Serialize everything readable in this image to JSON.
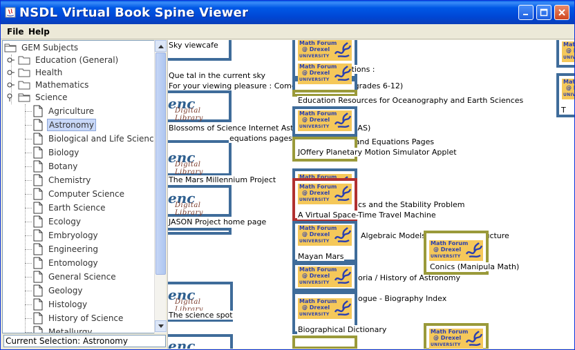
{
  "window": {
    "title": "NSDL Virtual Book Spine Viewer"
  },
  "menu": {
    "file": "File",
    "help": "Help"
  },
  "tree": {
    "root": "GEM Subjects",
    "folders": [
      "Education (General)",
      "Health",
      "Mathematics",
      "Science"
    ],
    "science_items": [
      "Agriculture",
      "Astronomy",
      "Biological and Life Sciences",
      "Biology",
      "Botany",
      "Chemistry",
      "Computer Science",
      "Earth Science",
      "Ecology",
      "Embryology",
      "Engineering",
      "Entomology",
      "General Science",
      "Geology",
      "Histology",
      "History of Science",
      "Metallurgy"
    ],
    "selected": "Astronomy"
  },
  "status": {
    "text": "Current Selection: Astronomy"
  },
  "logos": {
    "enc_word": "enc",
    "enc_sub": "Digital Library",
    "mf_line1": "Math Forum",
    "mf_line2": "@ Drexel",
    "mf_line3": "UNIVERSITY"
  },
  "spines": [
    "Sky viewcafe",
    "Que tal in the current sky",
    "For your viewing pleasure : Comet Ikeya-Zhang (grades 6-12)",
    "Blossoms of Science Internet Astronomy School (IAS)",
    "equations pages",
    "The Mars Millennium Project",
    "JASON Project home page",
    "The science spot",
    "Stardust Equations :",
    "Education Resources for Oceanography and Earth Sciences",
    "The Constants and Equations Pages",
    "JOffery Planetary Motion Simulator Applet",
    "cs and the Stability Problem",
    "A Virtual Space-Time Travel Machine",
    "Algebraic Models of Marriage Structure",
    "Mayan Mars",
    "oria / History of Astronomy",
    "ogue - Biography Index",
    "Biographical Dictionary",
    "Conics (Manipula Math)",
    "T"
  ],
  "colors": {
    "spine_blue": "#3f6c9a",
    "spine_olive": "#9a9a3a",
    "spine_red": "#b03030",
    "mf_bg": "#f5c85a",
    "mf_dragon": "#2a3fb0",
    "title_bar": "#0058e6"
  }
}
